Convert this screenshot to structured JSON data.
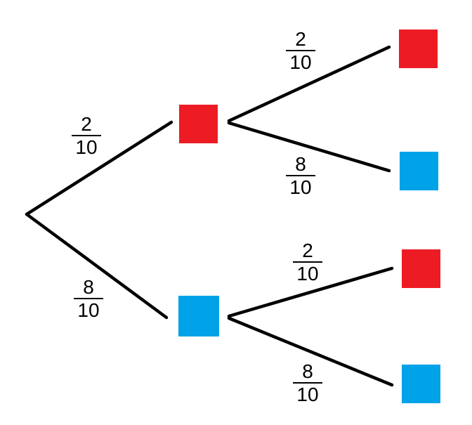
{
  "diagram_type": "probability-tree",
  "colors": {
    "red": "#ED1C24",
    "blue": "#00A2E8",
    "line": "#000000",
    "background": "#FFFFFF",
    "text": "#000000"
  },
  "tree": {
    "root": {
      "branches": [
        {
          "label_num": "2",
          "label_den": "10",
          "outcome": "red"
        },
        {
          "label_num": "8",
          "label_den": "10",
          "outcome": "blue"
        }
      ]
    },
    "after_red": {
      "branches": [
        {
          "label_num": "2",
          "label_den": "10",
          "outcome": "red"
        },
        {
          "label_num": "8",
          "label_den": "10",
          "outcome": "blue"
        }
      ]
    },
    "after_blue": {
      "branches": [
        {
          "label_num": "2",
          "label_den": "10",
          "outcome": "red"
        },
        {
          "label_num": "8",
          "label_den": "10",
          "outcome": "blue"
        }
      ]
    }
  }
}
